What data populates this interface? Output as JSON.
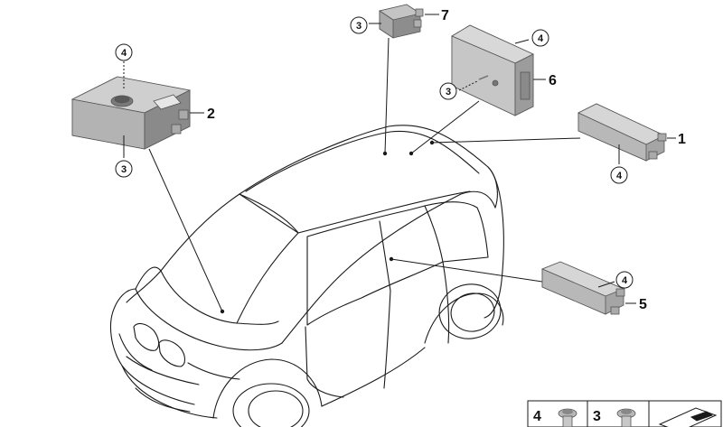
{
  "callouts": {
    "c1": "1",
    "c2": "2",
    "c5": "5",
    "c6": "6",
    "c7": "7"
  },
  "circles": {
    "p2_top": "4",
    "p2_bottom": "3",
    "p7": "3",
    "p6_top": "4",
    "p6_left": "3",
    "p1_bottom": "4",
    "p5_top": "4"
  },
  "legend": {
    "item_a": "4",
    "item_b": "3"
  },
  "colors": {
    "line": "#1a1a1a",
    "module_fill": "#c9c9c9",
    "module_dark": "#8f8f8f",
    "module_light": "#e4e4e4"
  }
}
